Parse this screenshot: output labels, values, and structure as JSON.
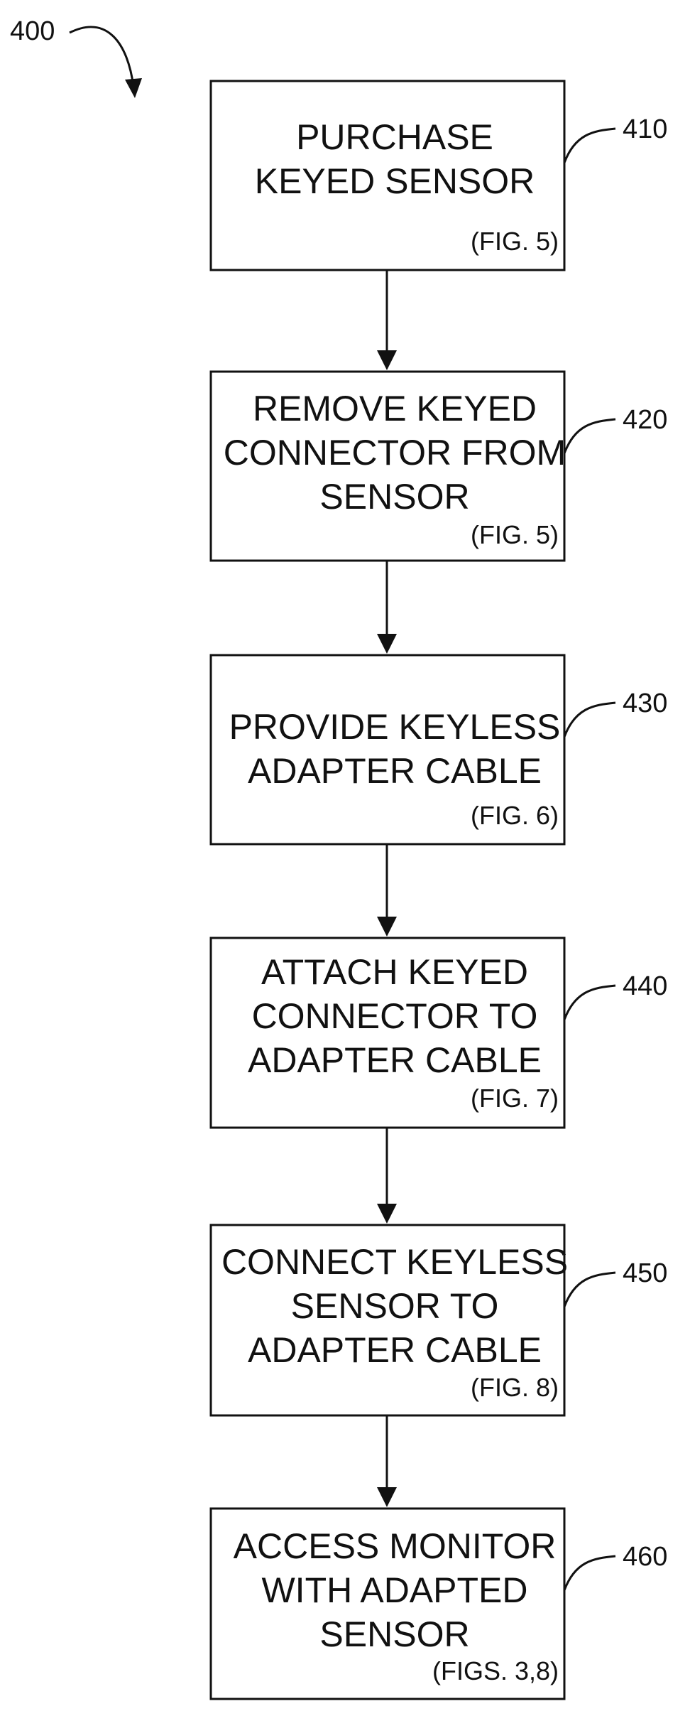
{
  "figure_ref": "400",
  "steps": [
    {
      "ref": "410",
      "lines": [
        "PURCHASE",
        "KEYED SENSOR"
      ],
      "fig": "(FIG. 5)"
    },
    {
      "ref": "420",
      "lines": [
        "REMOVE KEYED",
        "CONNECTOR FROM",
        "SENSOR"
      ],
      "fig": "(FIG. 5)"
    },
    {
      "ref": "430",
      "lines": [
        "PROVIDE KEYLESS",
        "ADAPTER CABLE"
      ],
      "fig": "(FIG. 6)"
    },
    {
      "ref": "440",
      "lines": [
        "ATTACH KEYED",
        "CONNECTOR TO",
        "ADAPTER CABLE"
      ],
      "fig": "(FIG. 7)"
    },
    {
      "ref": "450",
      "lines": [
        "CONNECT KEYLESS",
        "SENSOR TO",
        "ADAPTER CABLE"
      ],
      "fig": "(FIG. 8)"
    },
    {
      "ref": "460",
      "lines": [
        "ACCESS MONITOR",
        "WITH ADAPTED",
        "SENSOR"
      ],
      "fig": "(FIGS. 3,8)"
    }
  ]
}
